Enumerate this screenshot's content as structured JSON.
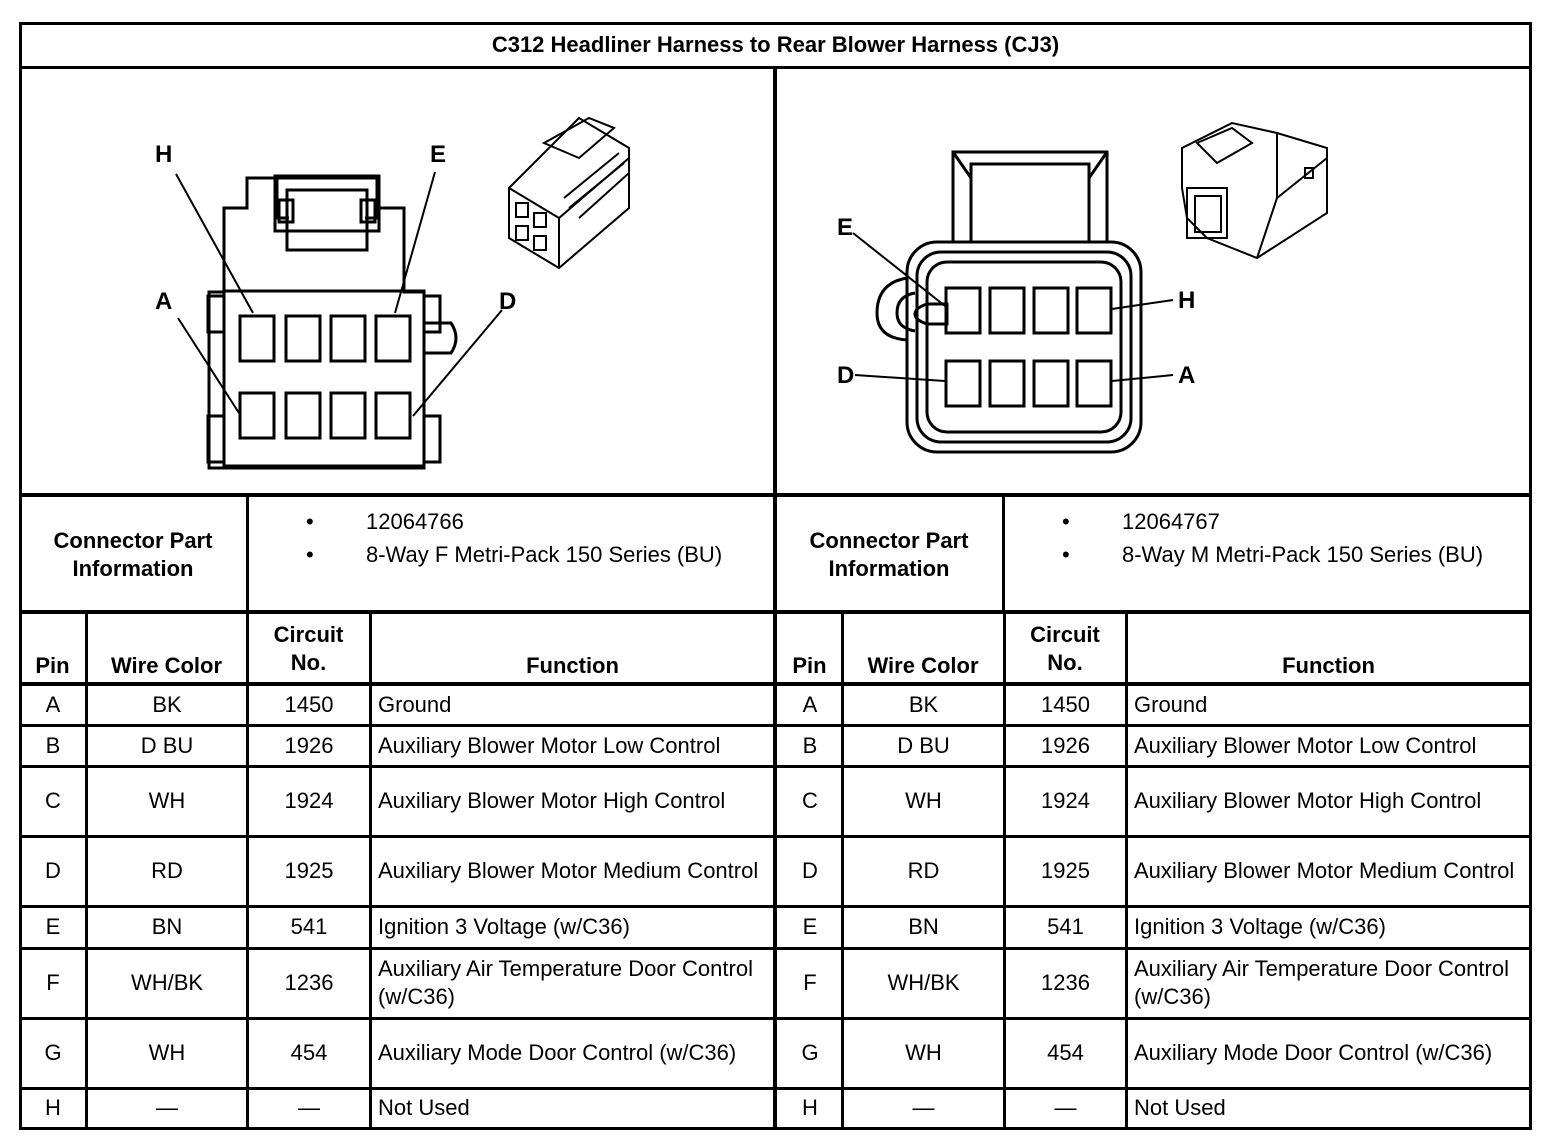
{
  "title": "C312 Headliner Harness to Rear Blower Harness (CJ3)",
  "left": {
    "pin_labels": [
      "H",
      "E",
      "A",
      "D"
    ],
    "part_info_label": "Connector Part Information",
    "part_info": [
      "12064766",
      "8-Way F Metri-Pack 150 Series (BU)"
    ]
  },
  "right": {
    "pin_labels": [
      "E",
      "H",
      "D",
      "A"
    ],
    "part_info_label": "Connector Part Information",
    "part_info": [
      "12064767",
      "8-Way M Metri-Pack 150 Series (BU)"
    ]
  },
  "bullet": "•",
  "columns": {
    "pin": "Pin",
    "wire_color": "Wire Color",
    "circuit_line1": "Circuit",
    "circuit_line2": "No.",
    "function": "Function"
  },
  "rows": [
    {
      "pin": "A",
      "wire": "BK",
      "circuit": "1450",
      "function": "Ground"
    },
    {
      "pin": "B",
      "wire": "D BU",
      "circuit": "1926",
      "function": "Auxiliary Blower Motor Low Control"
    },
    {
      "pin": "C",
      "wire": "WH",
      "circuit": "1924",
      "function": "Auxiliary Blower Motor High Control"
    },
    {
      "pin": "D",
      "wire": "RD",
      "circuit": "1925",
      "function": "Auxiliary Blower Motor Medium Control"
    },
    {
      "pin": "E",
      "wire": "BN",
      "circuit": "541",
      "function": "Ignition 3 Voltage (w/C36)"
    },
    {
      "pin": "F",
      "wire": "WH/BK",
      "circuit": "1236",
      "function": "Auxiliary Air Temperature Door Control (w/C36)"
    },
    {
      "pin": "G",
      "wire": "WH",
      "circuit": "454",
      "function": "Auxiliary Mode Door Control (w/C36)"
    },
    {
      "pin": "H",
      "wire": "—",
      "circuit": "—",
      "function": "Not Used"
    }
  ]
}
